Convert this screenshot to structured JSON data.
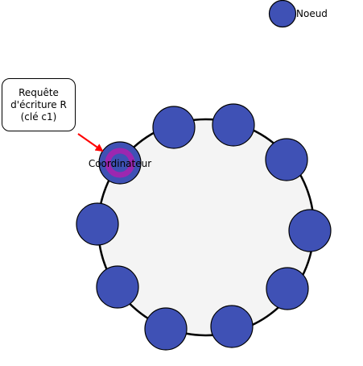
{
  "legend": {
    "label": "Noeud"
  },
  "request": {
    "line1": "Requête",
    "line2": "d'écriture R",
    "line3": "(clé c1)"
  },
  "coordinator": {
    "label": "Coordinateur"
  },
  "colors": {
    "node_fill": "#3f51b5",
    "ring_fill": "#f4f4f4",
    "coordinator_ring": "#9c27b0",
    "arrow": "#ff0000",
    "stroke": "#000000"
  }
}
